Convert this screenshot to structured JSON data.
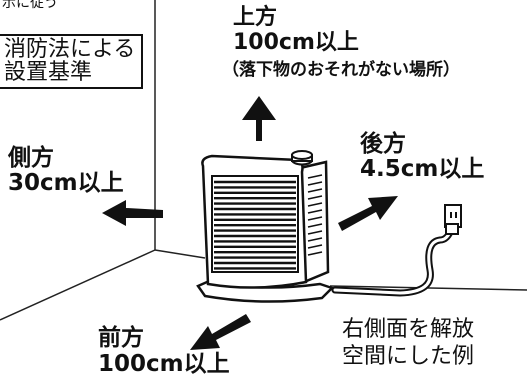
{
  "top_fragment": "示に従う",
  "standard": {
    "line1": "消防法による",
    "line2": "設置基準"
  },
  "top": {
    "dir": "上方",
    "dist": "100cm以上",
    "note": "（落下物のおそれがない場所）"
  },
  "side": {
    "dir": "側方",
    "dist": "30cm以上"
  },
  "rear": {
    "dir": "後方",
    "dist": "4.5cm以上"
  },
  "front": {
    "dir": "前方",
    "dist": "100cm以上"
  },
  "caption": {
    "line1": "右側面を解放",
    "line2": "空間にした例"
  }
}
